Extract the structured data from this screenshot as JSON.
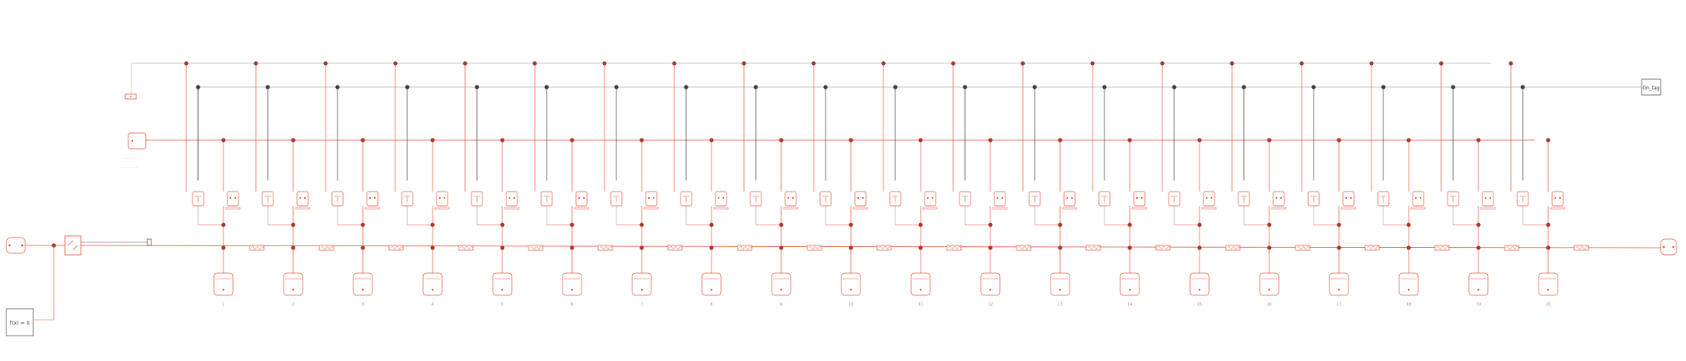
{
  "colors": {
    "signal_red": "#e8553c",
    "signal_red_light": "#f0a090",
    "dot_red": "#a9342a",
    "dot_dark": "#3a3a3a",
    "wire_grey": "#8a8a8a",
    "block_stroke": "#e8553c"
  },
  "blocks": {
    "goto_tag_label": "Gn_tag",
    "fcn_label": "f(x) = 0"
  },
  "stages": [
    {
      "num": "1"
    },
    {
      "num": "2"
    },
    {
      "num": "3"
    },
    {
      "num": "4"
    },
    {
      "num": "5"
    },
    {
      "num": "6"
    },
    {
      "num": "7"
    },
    {
      "num": "8"
    },
    {
      "num": "9"
    },
    {
      "num": "10"
    },
    {
      "num": "11"
    },
    {
      "num": "12"
    },
    {
      "num": "13"
    },
    {
      "num": "14"
    },
    {
      "num": "15"
    },
    {
      "num": "16"
    },
    {
      "num": "17"
    },
    {
      "num": "18"
    },
    {
      "num": "19"
    },
    {
      "num": "20"
    }
  ]
}
